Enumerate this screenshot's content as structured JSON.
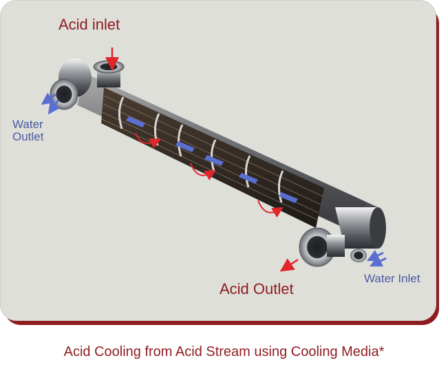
{
  "labels": {
    "acid_inlet": "Acid inlet",
    "acid_outlet": "Acid Outlet",
    "water_outlet_line1": "Water",
    "water_outlet_line2": "Outlet",
    "water_inlet": "Water Inlet"
  },
  "caption": "Acid Cooling from Acid Stream using Cooling Media*",
  "colors": {
    "acid": "#8e1b1f",
    "acid_arrow": "#e0262b",
    "water": "#4a5aa0",
    "water_arrow": "#5b6fd0",
    "steel": "#6a6e74",
    "background": "#dfdfda"
  },
  "icons": {
    "flow_arrow_acid": "red-arrow",
    "flow_arrow_water": "blue-double-arrow",
    "baffle_flow": "red-curved-arrow"
  }
}
